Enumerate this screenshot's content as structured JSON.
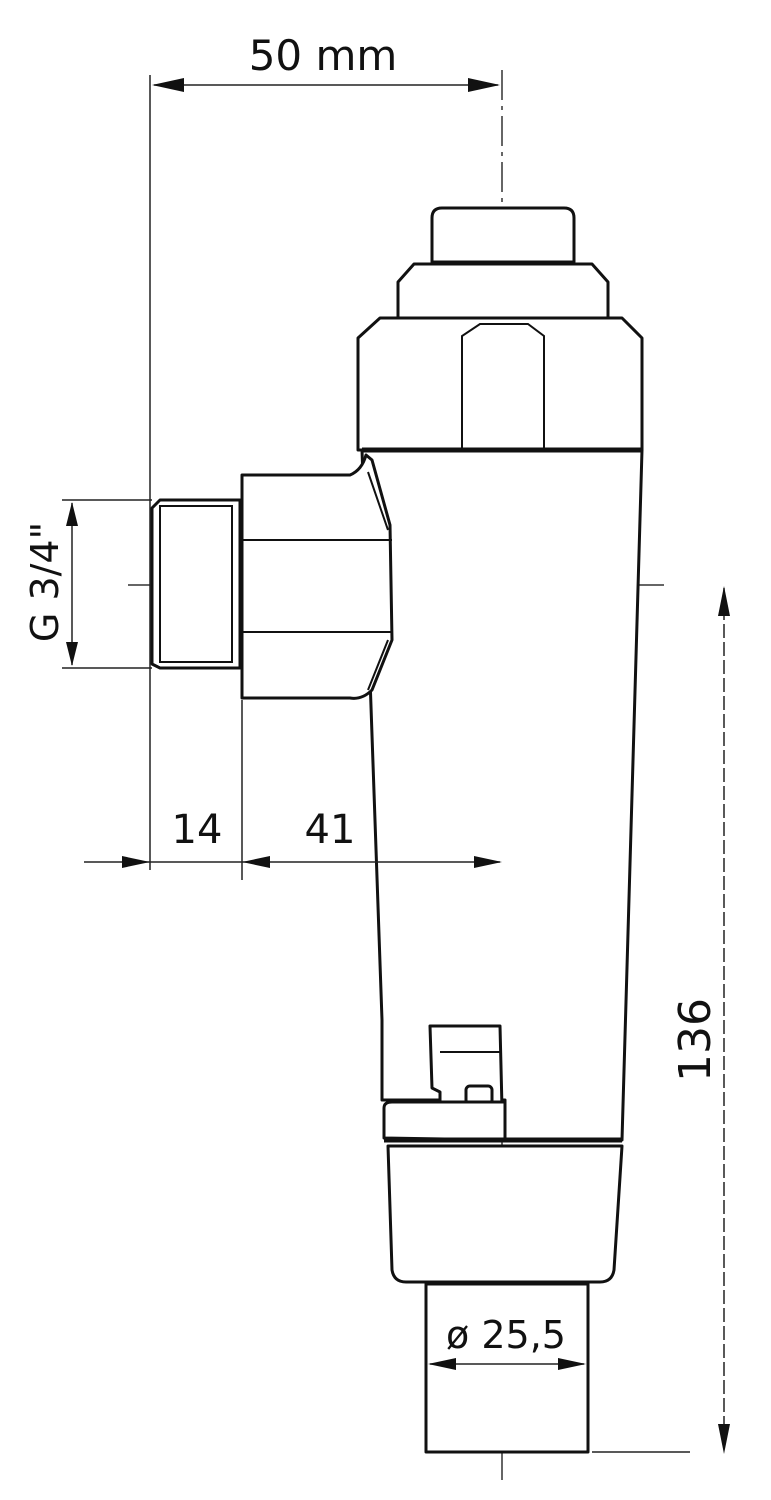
{
  "dimensions": {
    "overall_width": "50 mm",
    "thread": "G 3/4\"",
    "inlet_length": "14",
    "offset": "41",
    "height": "136",
    "outlet_diameter": "ø 25,5"
  },
  "colors": {
    "ink": "#111111",
    "paper": "#ffffff"
  }
}
